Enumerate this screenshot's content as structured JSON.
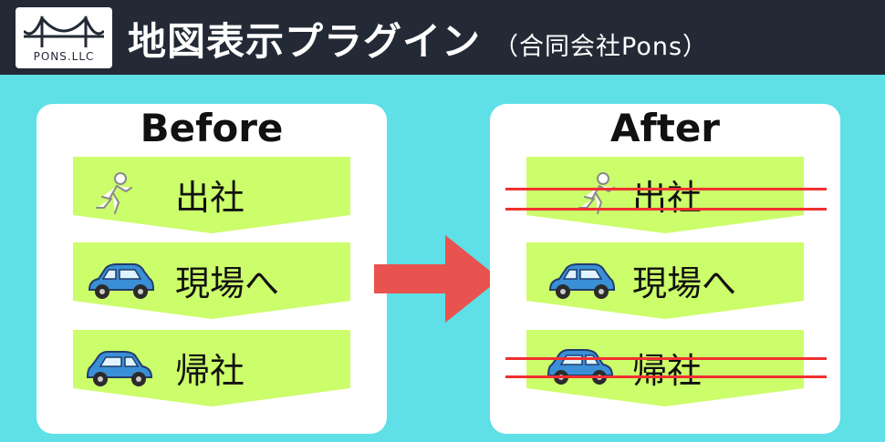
{
  "header": {
    "logo_text": "PONS.LLC",
    "title": "地図表示プラグイン",
    "subtitle": "（合同会社Pons）"
  },
  "before": {
    "heading": "Before",
    "steps": [
      {
        "label": "出社",
        "icon": "running-person-icon",
        "struck": false
      },
      {
        "label": "現場へ",
        "icon": "car-icon",
        "struck": false
      },
      {
        "label": "帰社",
        "icon": "car-icon",
        "struck": false
      }
    ]
  },
  "after": {
    "heading": "After",
    "steps": [
      {
        "label": "出社",
        "icon": "running-person-icon",
        "struck": true
      },
      {
        "label": "現場へ",
        "icon": "car-icon",
        "struck": false
      },
      {
        "label": "帰社",
        "icon": "car-icon",
        "struck": true
      }
    ]
  },
  "colors": {
    "background": "#5fdfe6",
    "header": "#232a36",
    "step_fill": "#ccfd6a",
    "arrow": "#e8534f",
    "strike": "#f03030",
    "car": "#3a8fd6"
  }
}
